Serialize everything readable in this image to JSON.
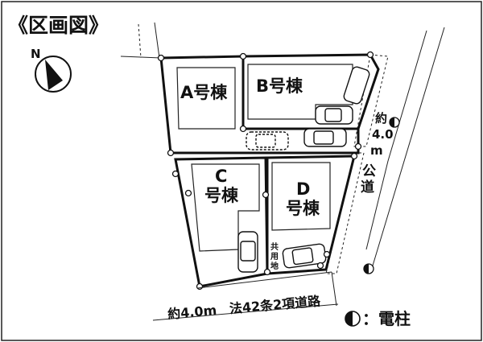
{
  "title": "《区画図》",
  "compass": {
    "north_label": "N"
  },
  "lots": {
    "a": "A号棟",
    "b": "B号棟",
    "c_letter": "C",
    "c_name": "号棟",
    "d_letter": "D",
    "d_name": "号棟"
  },
  "shared_land": {
    "line1": "共",
    "line2": "用",
    "line3": "地"
  },
  "public_road": {
    "width_lines": [
      "約",
      "4.0",
      "m"
    ],
    "name_lines": [
      "公",
      "道"
    ]
  },
  "bottom_road": "約4.0m　法42条2項道路",
  "legend": {
    "text": "：電柱",
    "icon": "utility-pole-icon"
  },
  "colors": {
    "line": "#111111",
    "background": "#ffffff"
  }
}
